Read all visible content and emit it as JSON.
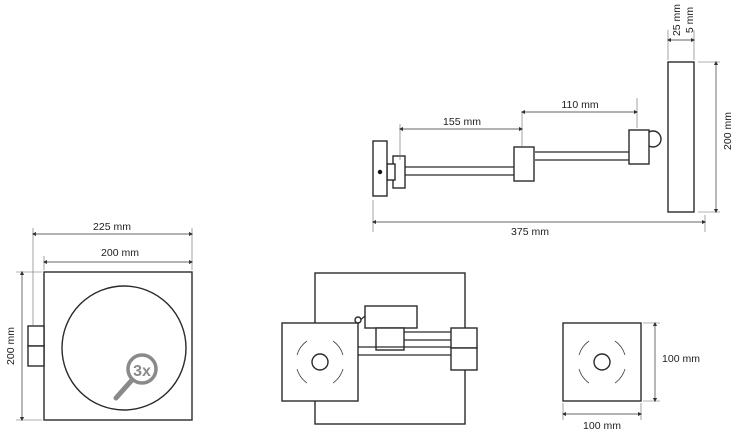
{
  "dimensions": {
    "top_view": {
      "wall_gap": "25 mm",
      "arm_inner": "5 mm",
      "arm_segment_1": "155 mm",
      "arm_segment_2": "110 mm",
      "total_length": "375 mm",
      "mirror_height": "200 mm"
    },
    "front_view": {
      "outer_width": "225 mm",
      "mirror_width": "200 mm",
      "height": "200 mm",
      "magnification": "3x"
    },
    "plate_view": {
      "width": "100 mm",
      "height": "100 mm"
    }
  },
  "colors": {
    "line": "#2a2a2a",
    "dimension": "#555555",
    "magnifier_icon": "#888888"
  }
}
